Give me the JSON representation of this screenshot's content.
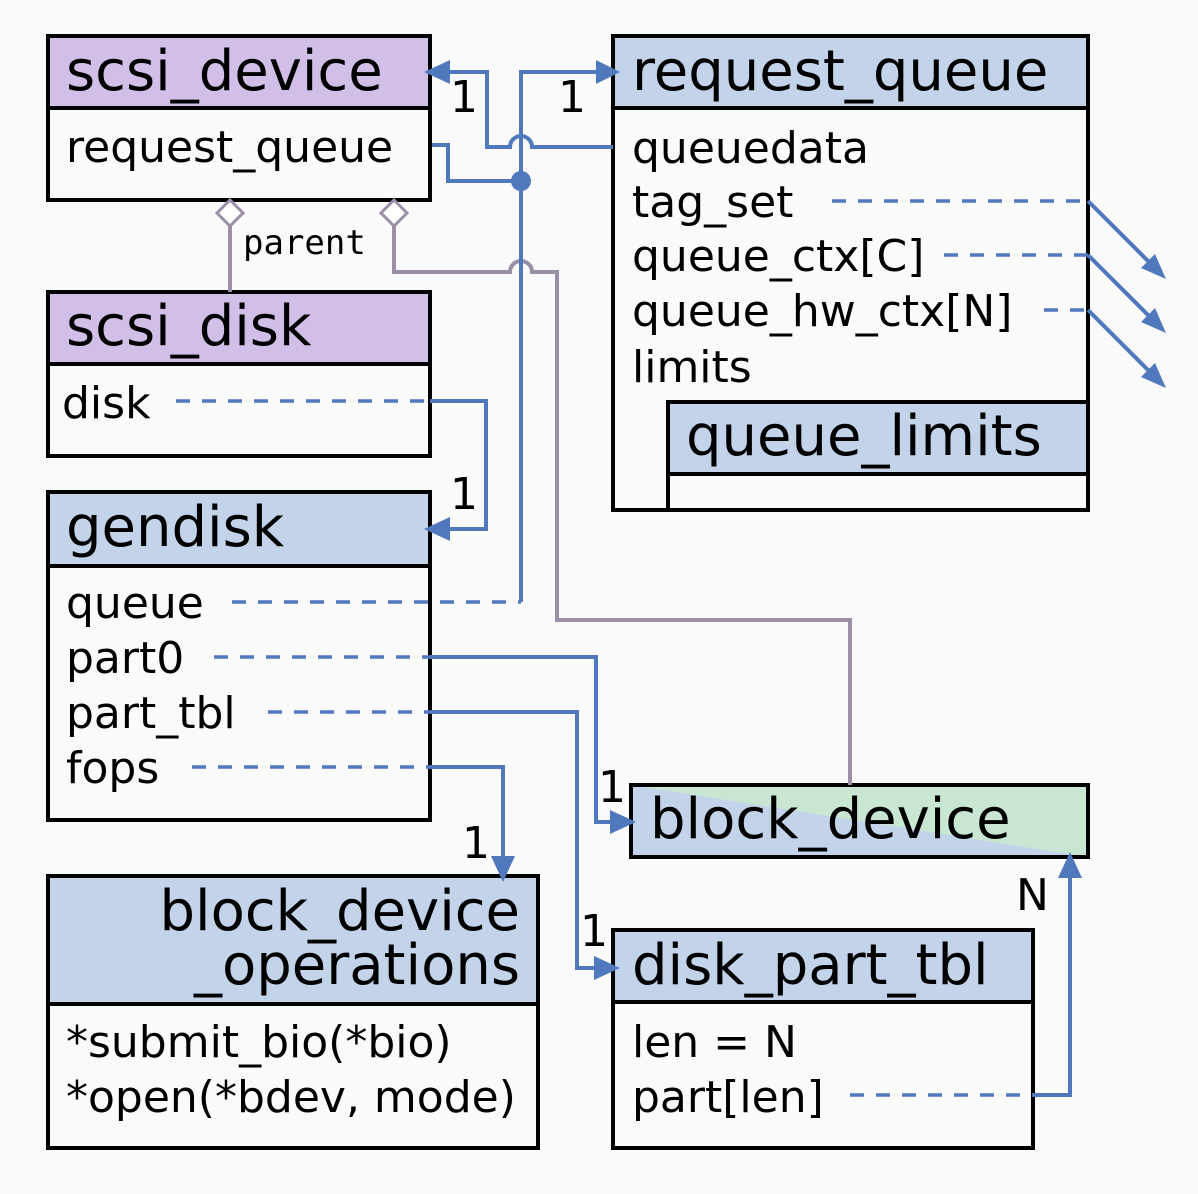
{
  "boxes": {
    "scsi_device": {
      "title": "scsi_device",
      "fields": [
        "request_queue"
      ]
    },
    "scsi_disk": {
      "title": "scsi_disk",
      "fields": [
        "disk"
      ]
    },
    "gendisk": {
      "title": "gendisk",
      "fields": [
        "queue",
        "part0",
        "part_tbl",
        "fops"
      ]
    },
    "block_device_operations": {
      "title_lines": [
        "block_device",
        "_operations"
      ],
      "fields": [
        "*submit_bio(*bio)",
        "*open(*bdev, mode)"
      ]
    },
    "request_queue": {
      "title": "request_queue",
      "fields": [
        "queuedata",
        "tag_set",
        "queue_ctx[C]",
        "queue_hw_ctx[N]",
        "limits"
      ]
    },
    "queue_limits": {
      "title": "queue_limits"
    },
    "block_device": {
      "title": "block_device"
    },
    "disk_part_tbl": {
      "title": "disk_part_tbl",
      "fields": [
        "len = N",
        "part[len]"
      ]
    }
  },
  "labels": {
    "parent": "parent",
    "m_scsi_device": "1",
    "m_request_queue": "1",
    "m_gendisk": "1",
    "m_block_device": "1",
    "m_bdops": "1",
    "m_part_tbl": "1",
    "m_part_n": "N"
  },
  "colors": {
    "purple": "#d1bfe8",
    "blue": "#c2d3ea",
    "green": "#c8e6d2",
    "connector": "#4f78bd",
    "parent_line": "#9b8fa8"
  }
}
